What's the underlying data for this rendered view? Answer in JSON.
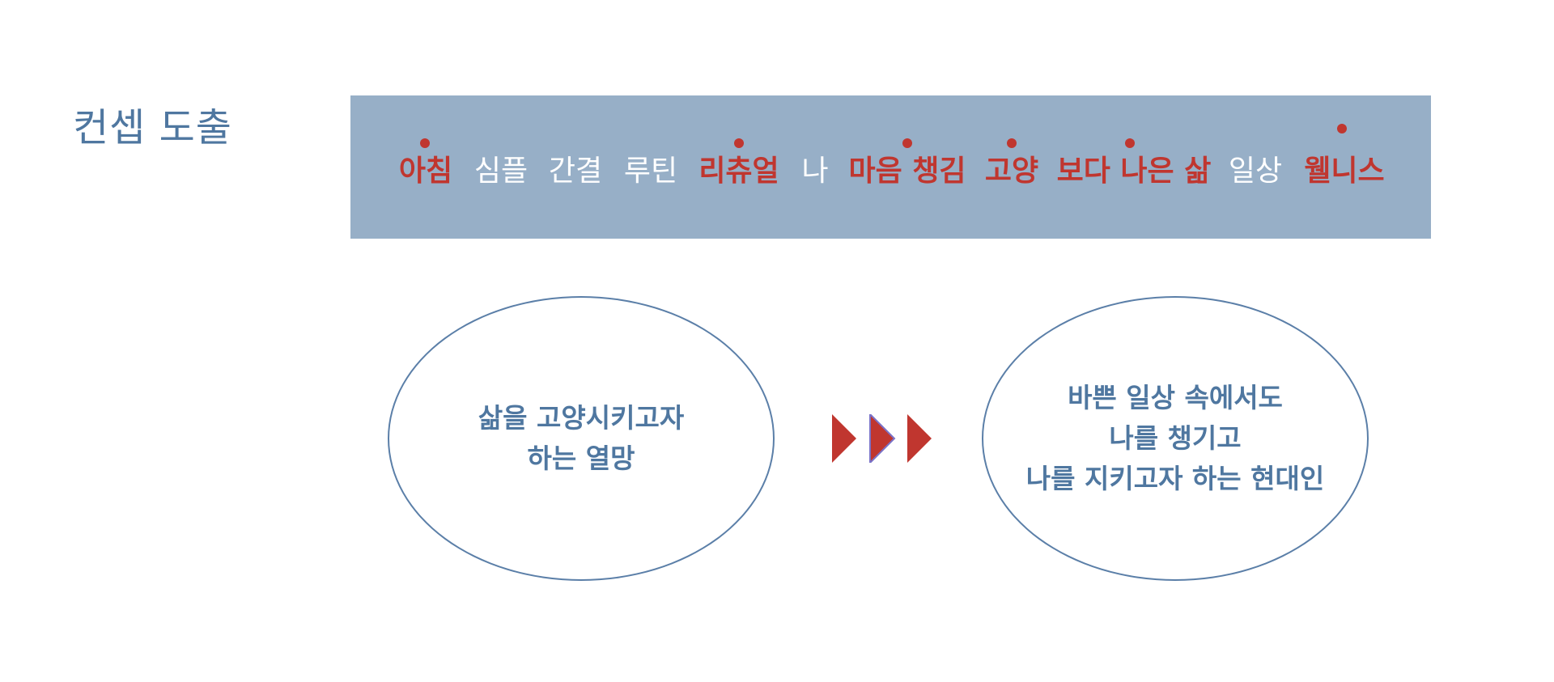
{
  "page_title": "컨셉 도출",
  "keywords": [
    {
      "text": "아침",
      "highlight": true,
      "marked": true
    },
    {
      "text": "심플",
      "highlight": false,
      "marked": false
    },
    {
      "text": "간결",
      "highlight": false,
      "marked": false
    },
    {
      "text": "루틴",
      "highlight": false,
      "marked": false
    },
    {
      "text": "리츄얼",
      "highlight": true,
      "marked": true
    },
    {
      "text": "나",
      "highlight": false,
      "marked": false
    },
    {
      "text": "마음 챙김",
      "highlight": true,
      "marked": true
    },
    {
      "text": "고양",
      "highlight": true,
      "marked": true
    },
    {
      "text": "보다 나은 삶",
      "highlight": true,
      "marked": true
    },
    {
      "text": "일상",
      "highlight": false,
      "marked": false
    },
    {
      "text": "웰니스",
      "highlight": true,
      "marked": true
    }
  ],
  "left_ellipse": {
    "lines": [
      "삶을 고양시키고자",
      "하는 열망"
    ]
  },
  "right_ellipse": {
    "lines": [
      "바쁜 일상 속에서도",
      "나를 챙기고",
      "나를 지키고자 하는 현대인"
    ]
  },
  "colors": {
    "title": "#4f77a0",
    "bar_background": "#97afc7",
    "highlight": "#c0362f",
    "plain_keyword": "#ffffff",
    "ellipse_border": "#5b7fa8",
    "ellipse_text": "#4f77a0",
    "arrow": "#c0362f"
  },
  "icons": {
    "transition_arrows": "triple-triangle-arrow-icon"
  }
}
